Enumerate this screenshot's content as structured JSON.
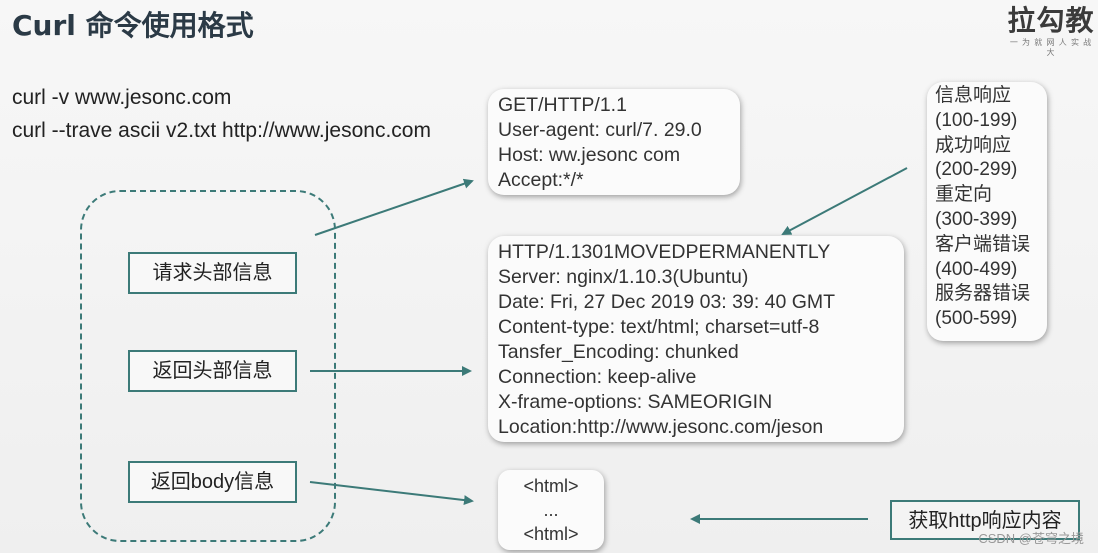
{
  "title": "Curl 命令使用格式",
  "logo": {
    "main": "拉勾教",
    "sub": "一 为 就 网 人 实 战 大"
  },
  "commands": [
    "curl -v www.jesonc.com",
    "curl --trave ascii v2.txt http://www.jesonc.com"
  ],
  "request_box": {
    "lines": [
      "GET/HTTP/1.1",
      "User-agent: curl/7. 29.0",
      "Host: ww.jesonc com",
      "Accept:*/*"
    ]
  },
  "response_box": {
    "lines": [
      "HTTP/1.1301MOVEDPERMANENTLY",
      "Server: nginx/1.10.3(Ubuntu)",
      "Date: Fri, 27 Dec 2019 03: 39: 40 GMT",
      "Content-type: text/html; charset=utf-8",
      "Tansfer_Encoding: chunked",
      "Connection: keep-alive",
      "X-frame-options: SAMEORIGIN",
      "Location:http://www.jesonc.com/jeson"
    ]
  },
  "status_box": {
    "lines": [
      "信息响应",
      "(100-199)",
      "成功响应",
      "(200-299)",
      "重定向",
      "(300-399)",
      "客户端错误",
      "(400-499)",
      "服务器错误",
      "(500-599)"
    ]
  },
  "body_box": {
    "lines": [
      "<html>",
      "...",
      "<html>"
    ]
  },
  "labels": {
    "request_header": "请求头部信息",
    "response_header": "返回头部信息",
    "response_body": "返回body信息",
    "fetch": "获取http响应内容"
  },
  "colors": {
    "accent": "#3c7a78",
    "title": "#2b3a46"
  },
  "watermark": "CSDN @苍穹之境"
}
